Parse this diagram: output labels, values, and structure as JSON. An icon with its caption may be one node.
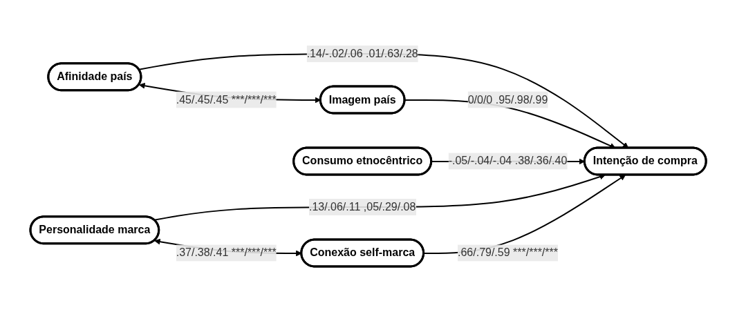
{
  "diagram": {
    "nodes": [
      {
        "text": [
          "Afinidade país"
        ]
      },
      {
        "text": [
          "Personalidade marca"
        ]
      },
      {
        "text": [
          "Intenção de compra"
        ]
      },
      {
        "text": [
          "Imagem país"
        ]
      },
      {
        "text": [
          "Conexão self-marca"
        ]
      },
      {
        "text": [
          "Consumo etnocêntrico"
        ]
      }
    ],
    "edges": [
      {
        "from": 0,
        "to": 2,
        "arrow": "to",
        "label": ".14/-.02/.06 .01/.63/.28"
      },
      {
        "from": 1,
        "to": 2,
        "arrow": "to",
        "label": ".13/.06/.11 ,05/.29/.08"
      },
      {
        "from": 0,
        "to": 3,
        "arrow": "both",
        "label": ".45/.45/.45 ***/***/***"
      },
      {
        "from": 1,
        "to": 4,
        "arrow": "both",
        "label": ".37/.38/.41 ***/***/***"
      },
      {
        "from": 3,
        "to": 2,
        "arrow": "to",
        "label": "0/0/0 .95/.98/.99"
      },
      {
        "from": 4,
        "to": 2,
        "arrow": "to",
        "label": ".66/.79/.59 ***/***/***"
      },
      {
        "from": 5,
        "to": 2,
        "arrow": "to",
        "label": "-.05/-.04/-.04 .38/.36/.40"
      }
    ]
  }
}
